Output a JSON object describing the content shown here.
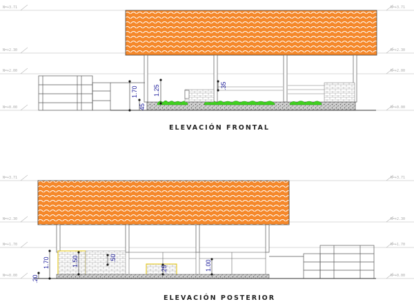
{
  "colors": {
    "roof": "#f5882a",
    "roof_scallop": "#ffffff",
    "plants": "#3fd11e",
    "yellow_frame": "#e0c000",
    "dimension": "#1a1a9a",
    "level_line": "#b5b5b5"
  },
  "frontal": {
    "title": "ELEVACIÓN FRONTAL",
    "levels": [
      {
        "label": "N=+3.71",
        "value": 3.71
      },
      {
        "label": "N=+2.30",
        "value": 2.3
      },
      {
        "label": "N=+2.00",
        "value": 2.0
      },
      {
        "label": "N=+0.00",
        "value": 0.0
      }
    ],
    "dims": {
      "d1": "1.70",
      "d2": "1.25",
      "d3": ".35",
      "d4": "45"
    }
  },
  "posterior": {
    "title": "ELEVACIÓN POSTERIOR",
    "levels": [
      {
        "label": "N=+3.71",
        "value": 3.71
      },
      {
        "label": "N=+2.30",
        "value": 2.3
      },
      {
        "label": "N=+1.70",
        "value": 1.7
      },
      {
        "label": "N=+0.00",
        "value": 0.0
      }
    ],
    "dims": {
      "d1": "1.70",
      "d2": "1.50",
      "d3": ".50",
      "d4": ".25",
      "d5": "1.00",
      "d6": ".20"
    }
  }
}
